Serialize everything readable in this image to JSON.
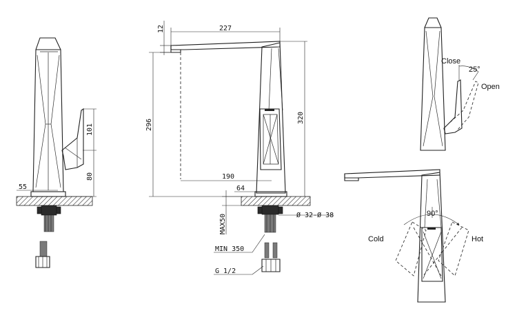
{
  "dimensions": {
    "d55": "55",
    "d101": "101",
    "d80": "80",
    "d12": "12",
    "d227": "227",
    "d296": "296",
    "d320": "320",
    "d190": "190",
    "d64": "64",
    "dmax50": "MAX50",
    "ddiam": "Ø 32-Ø 38",
    "dmin350": "MIN 350",
    "dthread": "G 1/2"
  },
  "labels": {
    "close": "Close",
    "open": "Open",
    "angle25": "25°",
    "angle90": "90°",
    "cold": "Cold",
    "hot": "Hot"
  }
}
